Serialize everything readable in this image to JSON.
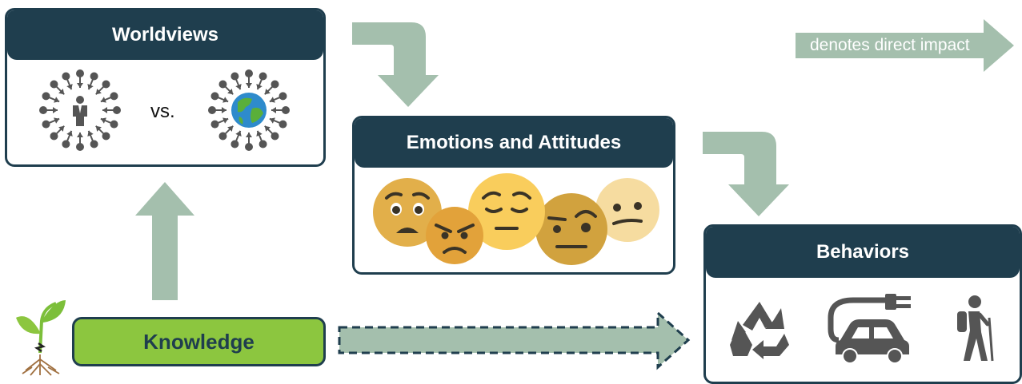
{
  "legend": {
    "label": "denotes direct impact"
  },
  "worldviews": {
    "title": "Worldviews",
    "vs_label": "vs."
  },
  "emotions": {
    "title": "Emotions and Attitudes"
  },
  "behaviors": {
    "title": "Behaviors"
  },
  "knowledge": {
    "label": "Knowledge"
  },
  "colors": {
    "dark": "#1f3e4e",
    "arrow": "#a4bfad",
    "knowledge": "#8cc63f",
    "icon": "#555555"
  },
  "icons": [
    "person-radial-icon",
    "globe-radial-icon",
    "emoji-worried",
    "emoji-angry",
    "emoji-pensive",
    "emoji-skeptical",
    "emoji-confused",
    "recycle-icon",
    "electric-car-icon",
    "hiker-icon",
    "sprout-icon"
  ]
}
